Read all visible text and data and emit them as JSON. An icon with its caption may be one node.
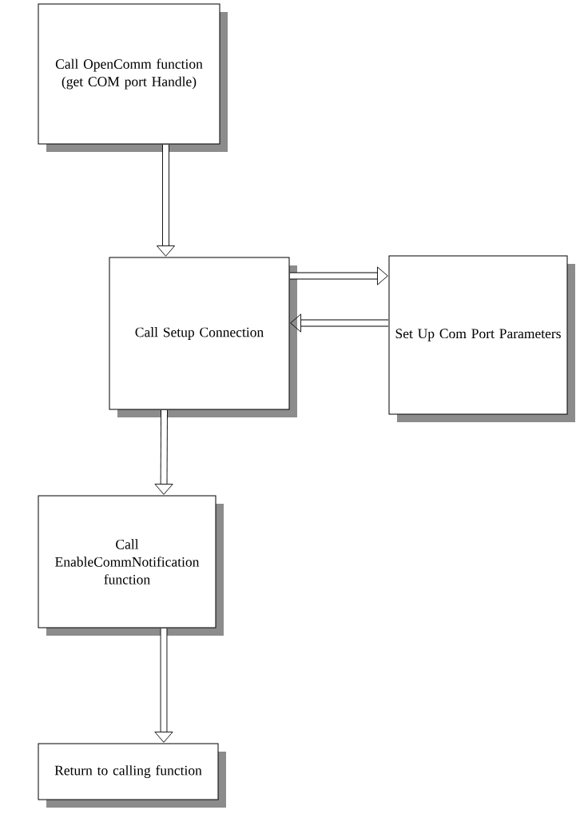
{
  "diagram": {
    "nodes": [
      {
        "text": [
          "Call OpenComm function (get COM port Handle)"
        ]
      },
      {
        "text": [
          "Call Setup Connection"
        ]
      },
      {
        "text": [
          "Set Up Com Port Parameters"
        ]
      },
      {
        "text": [
          "Call EnableCommNotification function"
        ]
      },
      {
        "text": [
          "Return to calling function"
        ]
      }
    ],
    "edges": [
      {
        "from": 0,
        "to": 1,
        "arrow": "to"
      },
      {
        "from": 1,
        "to": 2,
        "arrow": "to"
      },
      {
        "from": 2,
        "to": 1,
        "arrow": "to"
      },
      {
        "from": 1,
        "to": 3,
        "arrow": "to"
      },
      {
        "from": 3,
        "to": 4,
        "arrow": "to"
      }
    ]
  }
}
